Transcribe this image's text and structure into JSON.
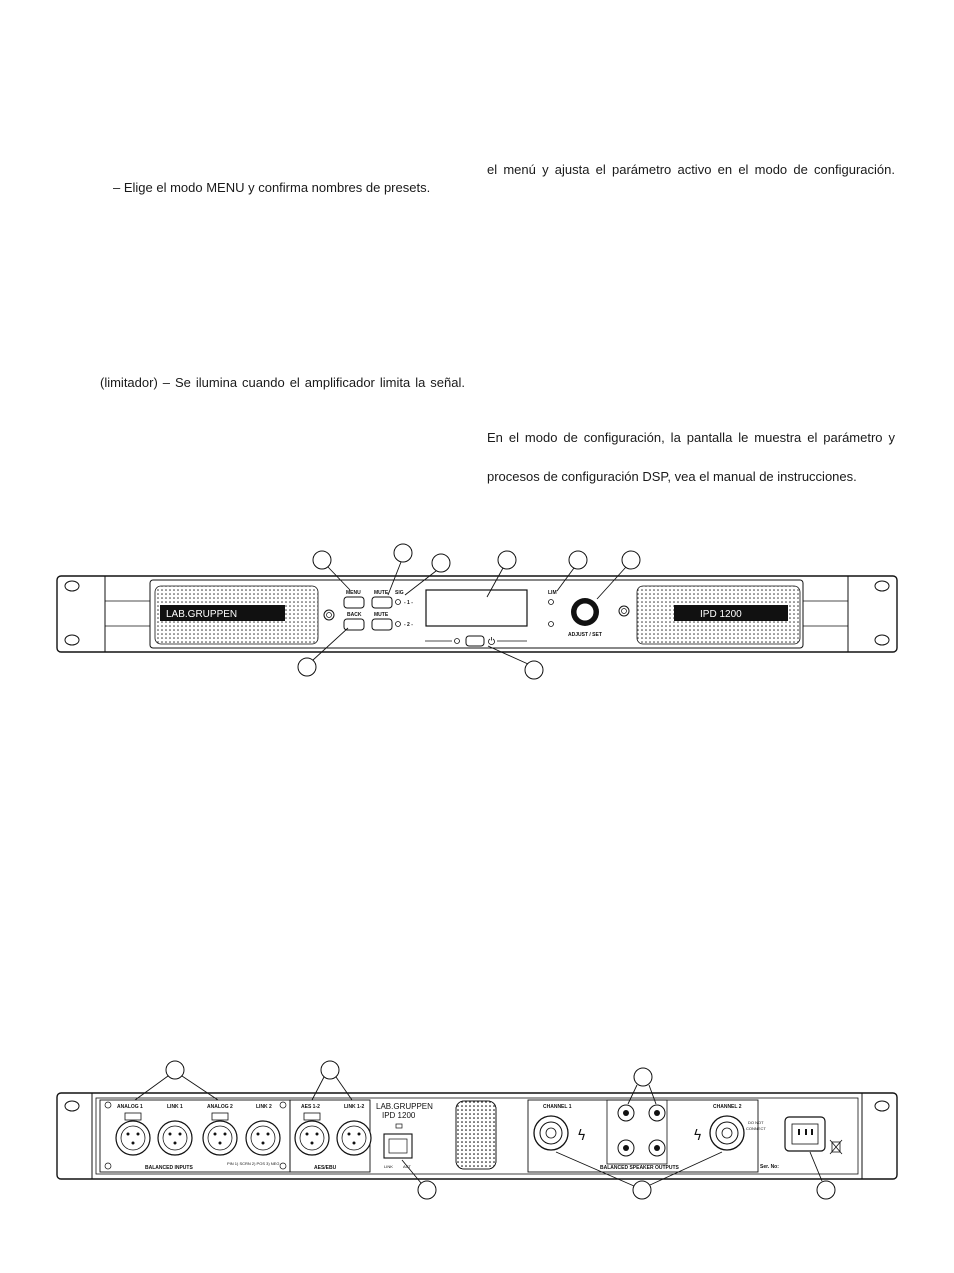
{
  "text": {
    "menu_line": "– Elige el modo MENU y confirma nombres de presets.",
    "encoder_line": "el menú y ajusta el parámetro activo en el modo de configuración.",
    "limiter_line": "(limitador) – Se ilumina cuando el amplificador limita la señal.",
    "config_line": "En el modo de configuración, la pantalla le muestra el parámetro y",
    "dsp_line": "procesos de configuración DSP, vea el manual de instrucciones."
  },
  "front_panel": {
    "brand": "LAB.GRUPPEN",
    "model": "IPD 1200",
    "menu_label": "MENU",
    "back_label": "BACK",
    "mute_label": "MUTE",
    "sig_label": "SIG",
    "ch1_label": "- 1 -",
    "ch2_label": "- 2 -",
    "lim_label": "LIM",
    "adjust_label": "ADJUST / SET",
    "power_icon": "power-icon"
  },
  "rear_panel": {
    "analog1": "ANALOG 1",
    "link1": "LINK 1",
    "analog2": "ANALOG 2",
    "link2": "LINK 2",
    "aes12": "AES 1-2",
    "link12": "LINK 1-2",
    "balanced_inputs": "BALANCED INPUTS",
    "pin_note": "PIN 1) SCRN 2) POS 3) NEG",
    "aes_ebu": "AES/EBU",
    "brand": "LAB.GRUPPEN",
    "model": "IPD 1200",
    "link": "LINK",
    "act": "ACT",
    "channel1": "CHANNEL 1",
    "channel2": "CHANNEL 2",
    "balanced_outputs": "BALANCED SPEAKER OUTPUTS",
    "do_not": "DO NOT",
    "connect": "CONNECT",
    "ser_no": "Ser. No:"
  }
}
